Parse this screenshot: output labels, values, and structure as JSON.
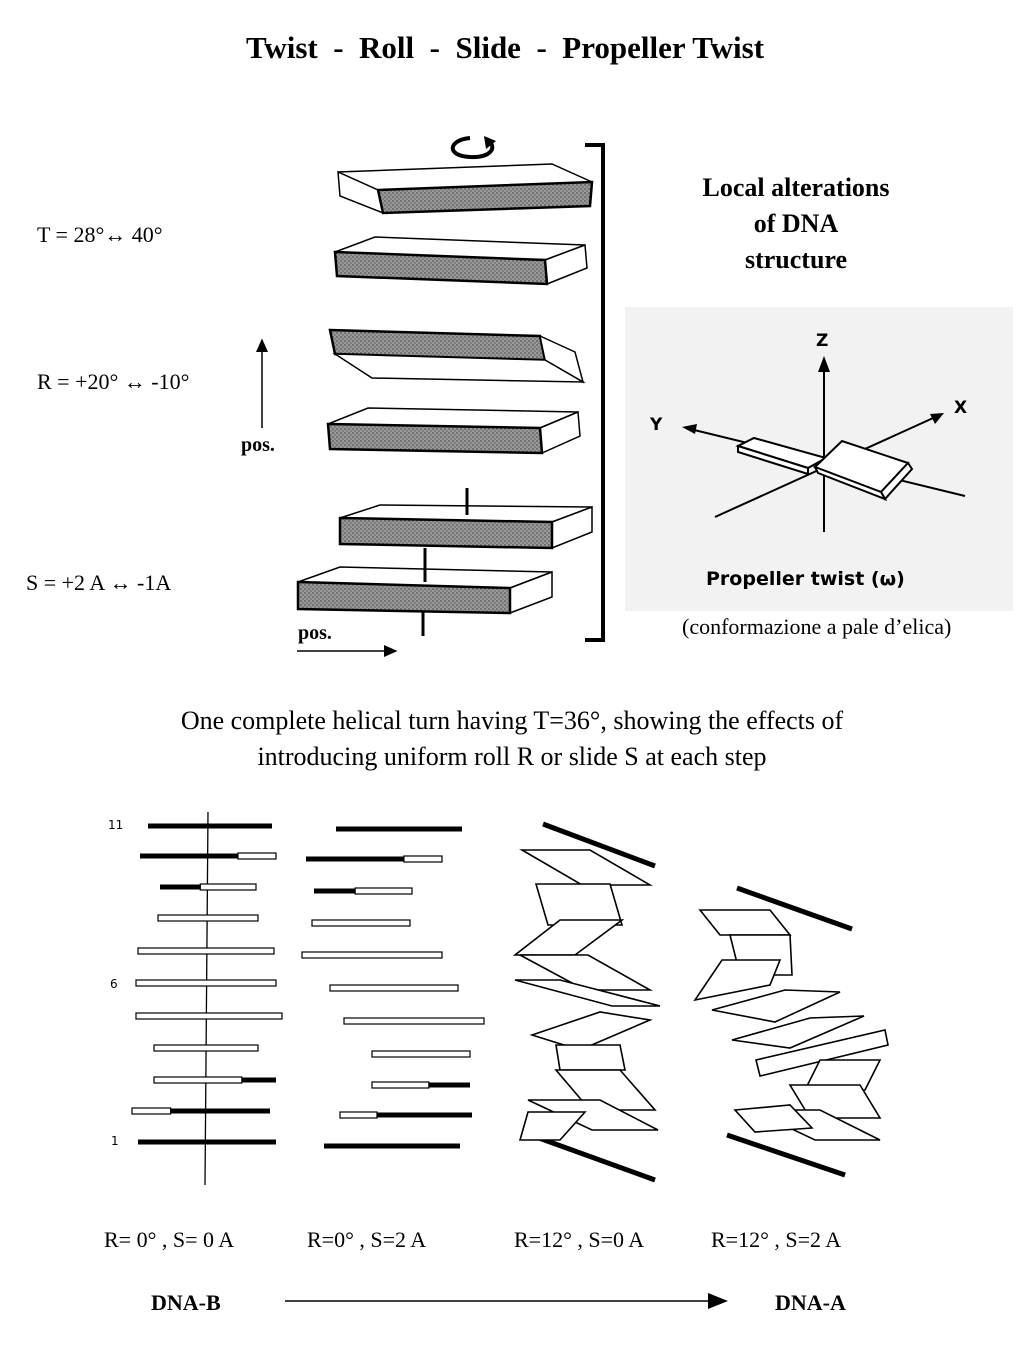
{
  "title": "Twist  -  Roll  -  Slide  -  Propeller Twist",
  "parameters": {
    "twist": "T = 28°↔ 40°",
    "roll": "R = +20° ↔  -10°",
    "slide": "S = +2 A ↔  -1A",
    "pos_roll": "pos.",
    "pos_slide": "pos."
  },
  "side_title_lines": [
    "Local alterations",
    "of DNA",
    "structure"
  ],
  "propeller": {
    "axis_z": "Z",
    "axis_x": "X",
    "axis_y": "Y",
    "caption": "Propeller twist (ω)",
    "note": "(conformazione a pale d’elica)"
  },
  "mid_caption_lines": [
    "One complete helical turn having T=36°, showing the effects of",
    "introducing uniform roll R or slide S at each step"
  ],
  "helix_tick_labels": [
    "11",
    "6",
    "1"
  ],
  "conditions": [
    "R= 0° , S= 0 A",
    "R=0° , S=2 A",
    "R=12° , S=0 A",
    "R=12°  , S=2 A"
  ],
  "transition": {
    "from": "DNA-B",
    "to": "DNA-A"
  }
}
